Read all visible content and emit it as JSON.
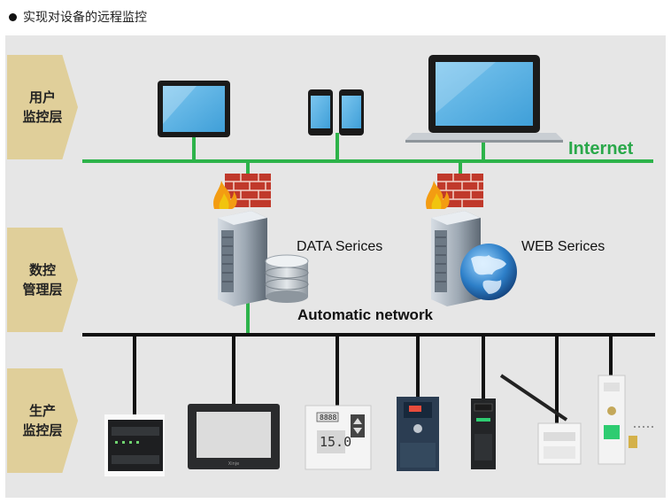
{
  "heading": "实现对设备的远程监控",
  "layers": {
    "user": "用户\n监控层",
    "data": "数控\n管理层",
    "production": "生产\n监控层"
  },
  "labels": {
    "internet": "Internet",
    "data_services": "DATA Serices",
    "web_services": "WEB Serices",
    "network": "Automatic network"
  },
  "device_text": {
    "controller_reading": "15.0",
    "controller_top": "8888"
  },
  "colors": {
    "internet_line": "#2db34a",
    "network_line": "#111111",
    "layer_tag": "#e0cf9a",
    "panel": "#e6e6e6"
  },
  "icons": [
    "tablet-icon",
    "smartphone-icon",
    "laptop-icon",
    "firewall-icon",
    "server-icon",
    "database-icon",
    "globe-icon",
    "plc-icon",
    "hmi-panel-icon",
    "controller-icon",
    "inverter-icon",
    "servo-drive-icon",
    "wireless-gateway-icon",
    "io-module-icon"
  ]
}
